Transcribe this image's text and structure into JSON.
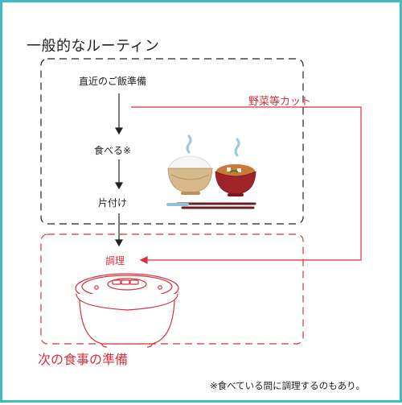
{
  "title": "一般的なルーティン",
  "steps": {
    "prepare": "直近のご飯準備",
    "eat": "食べる※",
    "cleanup": "片付け",
    "cook": "調理"
  },
  "next_meal": "次の食事の準備",
  "shortcut_label": "野菜等カット",
  "footnote": "※食べている間に調理するのもあり。",
  "colors": {
    "frame": "#3dbdbd",
    "accent_red": "#d8323c",
    "dark": "#222222",
    "bowl_rice": "#d2b48c",
    "bowl_soup": "#a0232a",
    "chopsticks": "#6b1f24"
  },
  "icons": [
    "rice-bowl-icon",
    "miso-soup-icon",
    "chopsticks-icon",
    "rice-cooker-icon"
  ]
}
